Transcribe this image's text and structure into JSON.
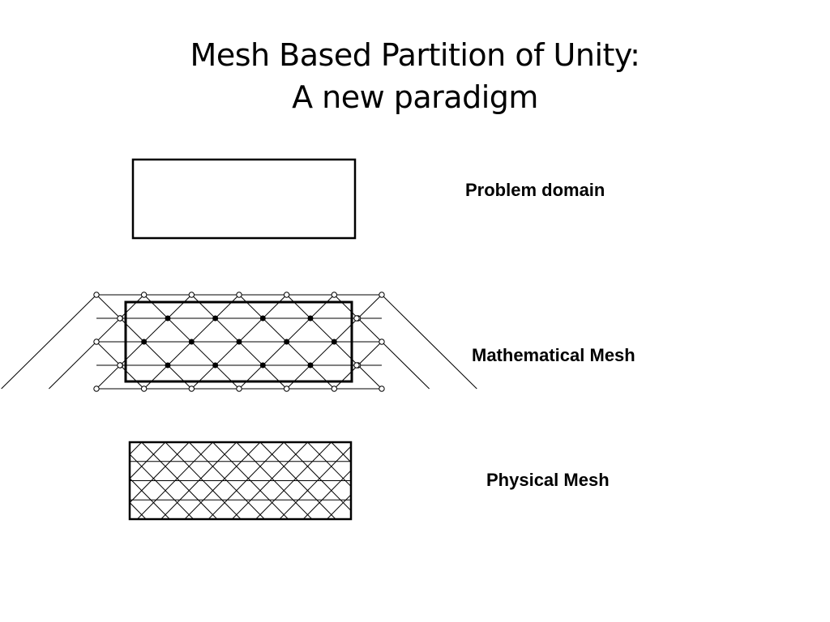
{
  "title": {
    "line1": "Mesh Based Partition of Unity:",
    "line2": "A new paradigm"
  },
  "labels": {
    "problem_domain": "Problem domain",
    "mathematical_mesh": "Mathematical Mesh",
    "physical_mesh": "Physical Mesh"
  },
  "colors": {
    "stroke": "#000000",
    "background": "#ffffff"
  }
}
